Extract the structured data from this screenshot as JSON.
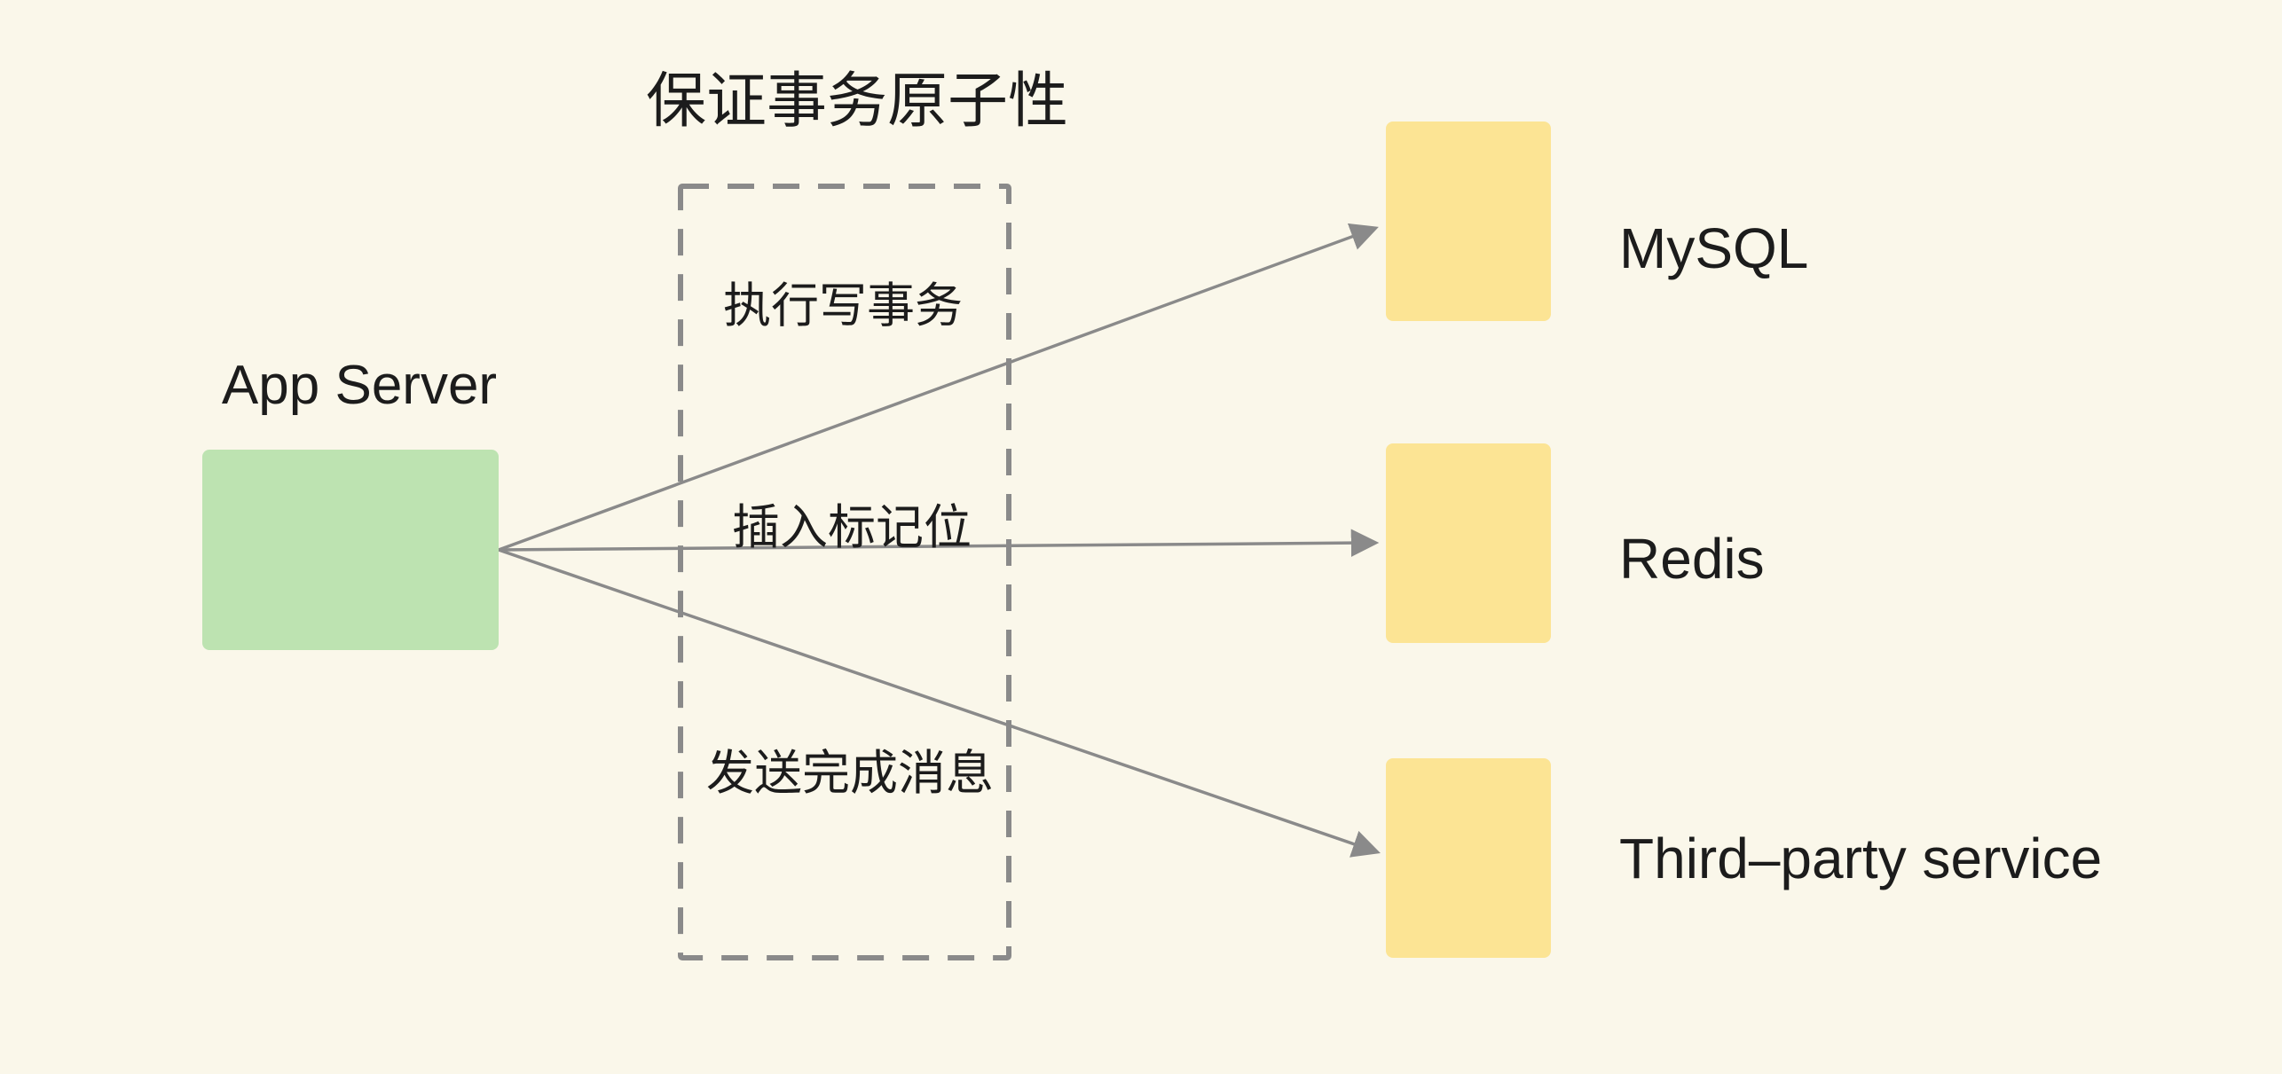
{
  "title": "保证事务原子性",
  "app_server": {
    "label": "App Server"
  },
  "steps": [
    {
      "label": "执行写事务"
    },
    {
      "label": "插入标记位"
    },
    {
      "label": "发送完成消息"
    }
  ],
  "services": [
    {
      "label": "MySQL"
    },
    {
      "label": "Redis"
    },
    {
      "label": "Third–party service"
    }
  ],
  "colors": {
    "background": "#FAF7EA",
    "app-server-fill": "#BDE3B1",
    "service-fill": "#FCE494",
    "line": "#8A8A8A",
    "text": "#1C1C1C"
  }
}
